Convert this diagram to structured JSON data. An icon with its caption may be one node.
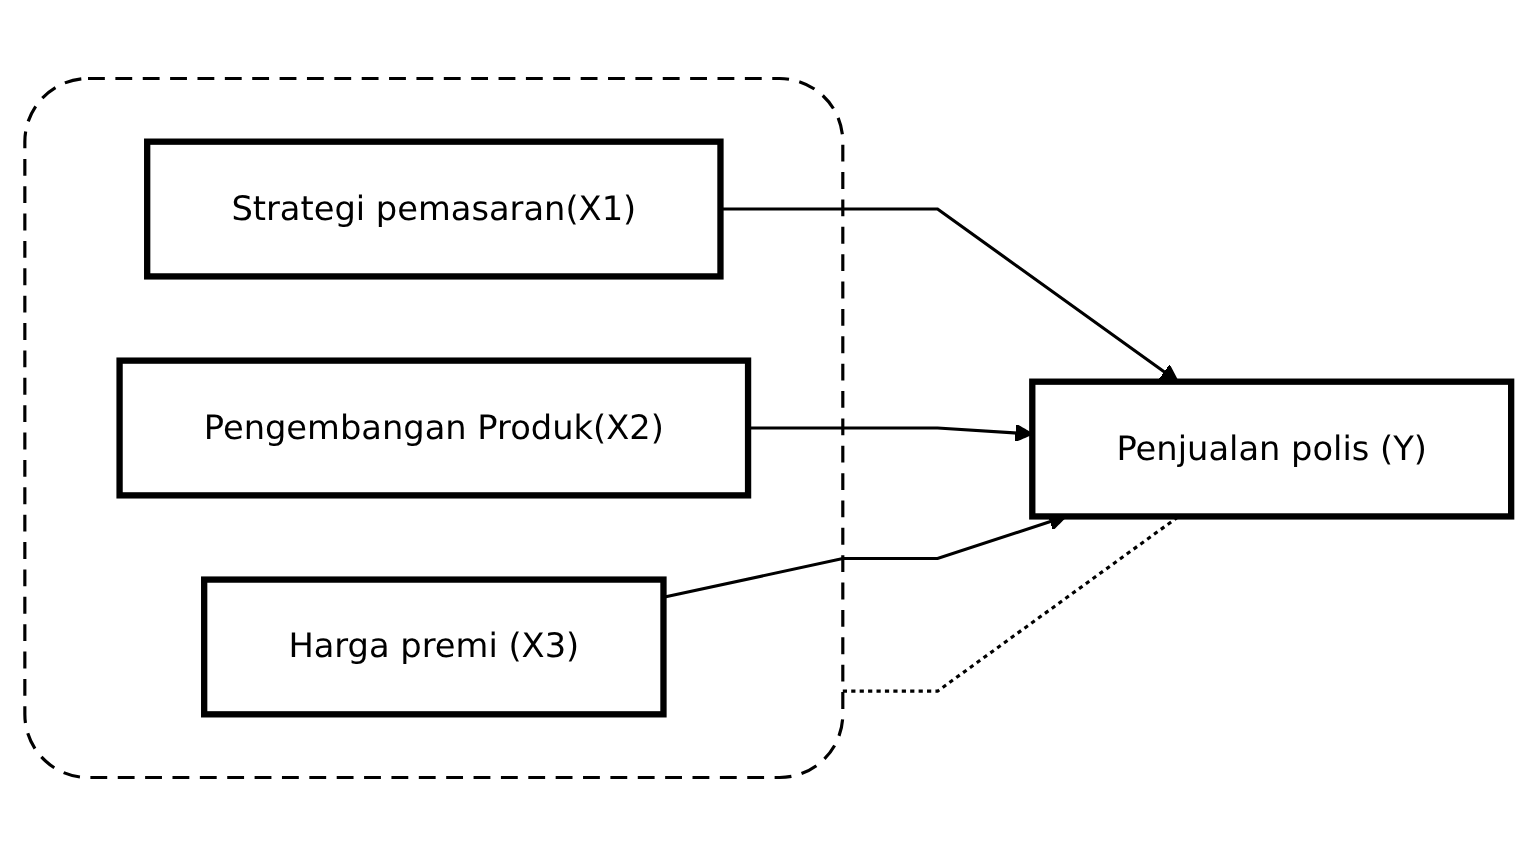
{
  "diagram": {
    "nodes": [
      {
        "text": [],
        "shape": "box"
      },
      {
        "text": [
          "Strategi pemasaran(X1)"
        ],
        "in": 0
      },
      {
        "text": [
          "Pengembangan Produk(X2)"
        ],
        "in": 0
      },
      {
        "text": [
          "Harga premi (X3)"
        ],
        "in": 0
      },
      {
        "text": [
          "Penjualan polis (Y)"
        ]
      }
    ],
    "edges": [
      {
        "from": 1,
        "to": 4,
        "arrow": "to"
      },
      {
        "from": 2,
        "to": 4,
        "arrow": "to"
      },
      {
        "from": 3,
        "to": 4,
        "arrow": "to"
      },
      {
        "from": 0,
        "to": 4,
        "arrow": "none",
        "style": "dashed"
      }
    ]
  }
}
